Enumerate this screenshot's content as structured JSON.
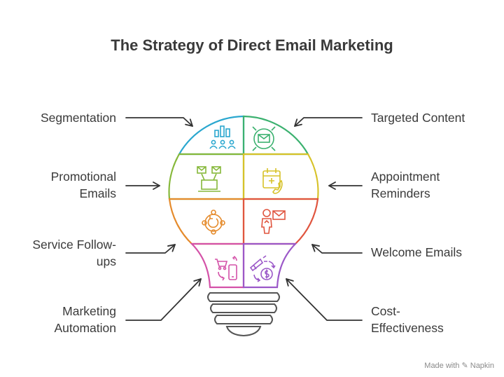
{
  "title": "The Strategy of Direct Email Marketing",
  "labels": {
    "segmentation": "Segmentation",
    "targeted_content": "Targeted Content",
    "promotional_line1": "Promotional",
    "promotional_line2": "Emails",
    "appointment_line1": "Appointment",
    "appointment_line2": "Reminders",
    "service_line1": "Service Follow-",
    "service_line2": "ups",
    "welcome": "Welcome Emails",
    "automation_line1": "Marketing",
    "automation_line2": "Automation",
    "cost_line1": "Cost-",
    "cost_line2": "Effectiveness"
  },
  "colors": {
    "segmentation": "#2aa7cf",
    "targeted_content": "#3bb16f",
    "promotional": "#86b83a",
    "appointment": "#d7c229",
    "service": "#e58b2c",
    "welcome": "#e0553f",
    "automation": "#d452a8",
    "cost": "#9b58c8",
    "arrow": "#333333",
    "bulb_base": "#555555"
  },
  "icons": [
    "team-chart-icon",
    "target-email-icon",
    "laptop-email-icon",
    "calendar-phone-icon",
    "cycle-network-icon",
    "person-email-icon",
    "cart-phone-icon",
    "megaphone-dollar-icon"
  ],
  "footer": "Made with ✎ Napkin"
}
